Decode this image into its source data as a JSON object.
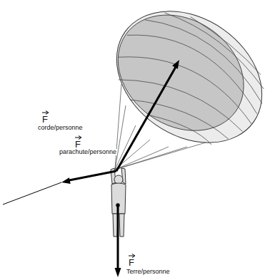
{
  "diagram": {
    "labels": [
      "F",
      "parachute/personne",
      "F",
      "corde/personne",
      "F",
      "Terre/personne"
    ]
  }
}
